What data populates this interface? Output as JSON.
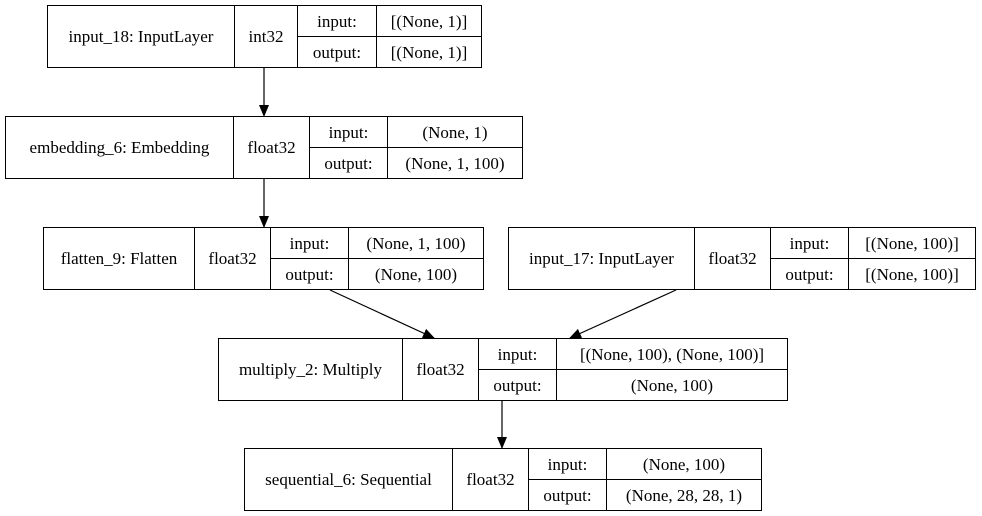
{
  "nodes": [
    {
      "id": "input_18",
      "name": "input_18: InputLayer",
      "dtype": "int32",
      "input_label": "input:",
      "output_label": "output:",
      "input": "[(None, 1)]",
      "output": "[(None, 1)]"
    },
    {
      "id": "embedding_6",
      "name": "embedding_6: Embedding",
      "dtype": "float32",
      "input_label": "input:",
      "output_label": "output:",
      "input": "(None, 1)",
      "output": "(None, 1, 100)"
    },
    {
      "id": "flatten_9",
      "name": "flatten_9: Flatten",
      "dtype": "float32",
      "input_label": "input:",
      "output_label": "output:",
      "input": "(None, 1, 100)",
      "output": "(None, 100)"
    },
    {
      "id": "input_17",
      "name": "input_17: InputLayer",
      "dtype": "float32",
      "input_label": "input:",
      "output_label": "output:",
      "input": "[(None, 100)]",
      "output": "[(None, 100)]"
    },
    {
      "id": "multiply_2",
      "name": "multiply_2: Multiply",
      "dtype": "float32",
      "input_label": "input:",
      "output_label": "output:",
      "input": "[(None, 100), (None, 100)]",
      "output": "(None, 100)"
    },
    {
      "id": "sequential_6",
      "name": "sequential_6: Sequential",
      "dtype": "float32",
      "input_label": "input:",
      "output_label": "output:",
      "input": "(None, 100)",
      "output": "(None, 28, 28, 1)"
    }
  ],
  "edges": [
    {
      "from": "input_18",
      "to": "embedding_6"
    },
    {
      "from": "embedding_6",
      "to": "flatten_9"
    },
    {
      "from": "flatten_9",
      "to": "multiply_2"
    },
    {
      "from": "input_17",
      "to": "multiply_2"
    },
    {
      "from": "multiply_2",
      "to": "sequential_6"
    }
  ]
}
